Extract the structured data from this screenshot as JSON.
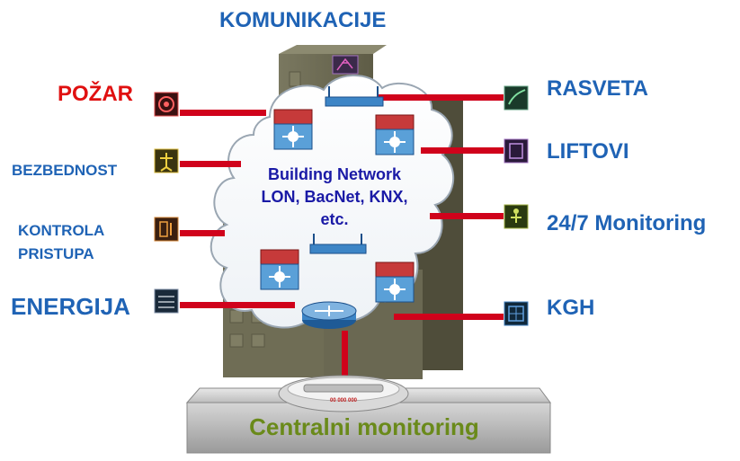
{
  "title": "KOMUNIKACIJE",
  "left_labels": [
    {
      "id": "pozar",
      "text": "POŽAR",
      "color": "#e01010"
    },
    {
      "id": "bezbednost",
      "text": "BEZBEDNOST",
      "color": "#1f63b5"
    },
    {
      "id": "kontrola",
      "line1": "KONTROLA",
      "line2": "PRISTUPA",
      "color": "#1f63b5"
    },
    {
      "id": "energija",
      "text": "ENERGIJA",
      "color": "#1f63b5"
    }
  ],
  "right_labels": [
    {
      "id": "rasveta",
      "text": "RASVETA",
      "color": "#1f63b5"
    },
    {
      "id": "liftovi",
      "text": "LIFTOVI",
      "color": "#1f63b5"
    },
    {
      "id": "monitoring",
      "text": "24/7 Monitoring",
      "color": "#1f63b5"
    },
    {
      "id": "kgh",
      "text": "KGH",
      "color": "#1f63b5"
    }
  ],
  "cloud": {
    "line1": "Building Network",
    "line2": "LON, BacNet, KNX,",
    "line3": "etc."
  },
  "base_label": "Centralni monitoring",
  "base_label_color": "#6a8a1a",
  "device_label": "00 000 000",
  "colors": {
    "link": "#d0021b",
    "building": "#6b6a50",
    "cloud_stroke": "#9aa6b2",
    "switch_blue": "#5aa0d8",
    "switch_red": "#c63a3a"
  },
  "icons": {
    "pozar": "fire-alarm-icon",
    "bezbednost": "security-person-icon",
    "kontrola": "access-control-icon",
    "energija": "energy-icon",
    "rasveta": "lighting-icon",
    "liftovi": "elevator-icon",
    "monitoring": "monitoring-person-icon",
    "kgh": "hvac-icon",
    "roof": "antenna-icon"
  }
}
